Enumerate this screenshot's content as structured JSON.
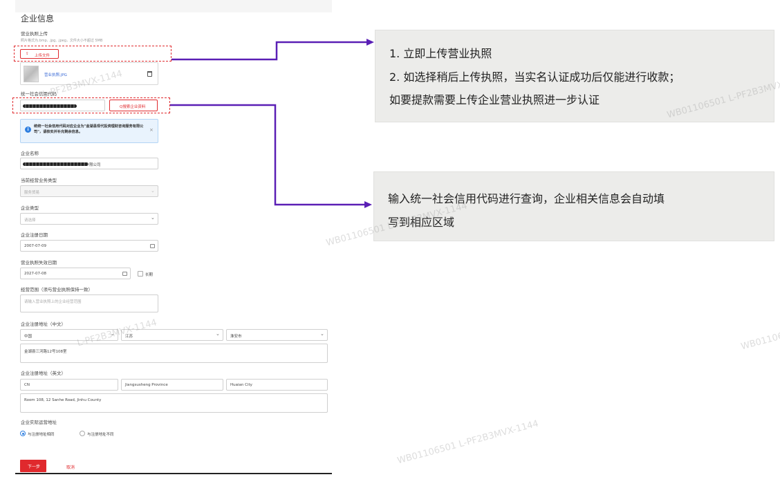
{
  "form": {
    "section_title": "企业信息",
    "license_upload": {
      "label": "营业执照上传",
      "hint": "照片格式为.bmp, .jpg, .jpeg，文件大小不超过 5MB",
      "upload_button": "上传文件",
      "upload_icon": "upload-icon",
      "file_name": "营业执照.JPG",
      "delete_icon": "trash-icon"
    },
    "credit_code": {
      "label": "统一社会信用代码",
      "search_button": "Q搜索企业资料"
    },
    "alert": {
      "icon": "info-icon",
      "text": "统统一社会信用代码对应企业为\"金湖县现代投资理财咨询服务有限公司\"，请核实并补充剩余信息。"
    },
    "company_name": {
      "label": "企业名称",
      "value_suffix": "限公司"
    },
    "business_type": {
      "label": "当前经营业务类型",
      "value": "服务贸易"
    },
    "company_type": {
      "label": "企业类型",
      "placeholder": "请选择"
    },
    "reg_date": {
      "label": "企业注册日期",
      "value": "2007-07-09"
    },
    "license_expiry": {
      "label": "营业执照失效日期",
      "value": "2027-07-08",
      "long_term_label": "长期"
    },
    "scope": {
      "label": "经营范围（须与营业执照保持一致）",
      "placeholder": "请输入营业执照上的企业经营范围"
    },
    "address_cn": {
      "label": "企业注册地址（中文）",
      "country": "中国",
      "province": "江苏",
      "city": "淮安市",
      "detail": "金湖县三河路12号108室"
    },
    "address_en": {
      "label": "企业注册地址（英文）",
      "country": "CN",
      "province": "Jiangsusheng Province",
      "city": "Huaian City",
      "detail": "Room 108, 12 Sanhe Road, Jinhu County"
    },
    "operating_address": {
      "label": "企业实际运营地址",
      "option_same": "与注册地址相同",
      "option_diff": "与注册地址不同",
      "selected": "same"
    },
    "next_button": "下一步",
    "cancel_link": "取消"
  },
  "callouts": [
    {
      "lines": [
        "1. 立即上传营业执照",
        "2. 如选择稍后上传执照，当实名认证成功后仅能进行收款；",
        "如要提款需要上传企业营业执照进一步认证"
      ]
    },
    {
      "lines": [
        "输入统一社会信用代码进行查询，企业相关信息会自动填",
        "写到相应区域"
      ]
    }
  ],
  "watermark": {
    "text_full": "WB01106501 L-PF2B3MVX-1144",
    "text_code": "L-PF2B3MVX-1144",
    "text_id": "WB01106501"
  },
  "colors": {
    "accent_red": "#e0292d",
    "arrow_purple": "#5a1fb5",
    "link_blue": "#3b6bd6",
    "info_blue": "#2f7fe0"
  }
}
